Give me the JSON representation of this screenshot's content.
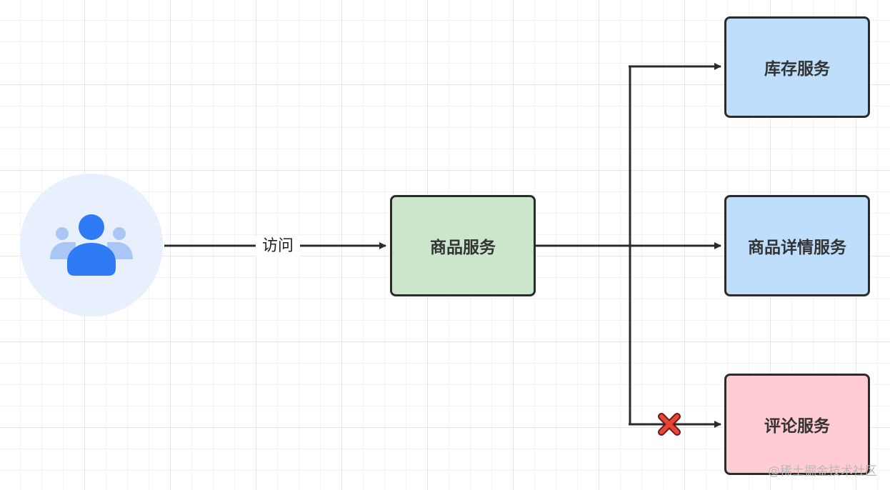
{
  "diagram": {
    "user": {
      "icon": "users-group-icon",
      "color": "#2f7bf5",
      "secondary_color": "#a9c6f7",
      "background": "#e8f0fe"
    },
    "edge_label": "访问",
    "nodes": {
      "product": {
        "label": "商品服务",
        "fill": "#cce6cc"
      },
      "inventory": {
        "label": "库存服务",
        "fill": "#bfdefc"
      },
      "product_detail": {
        "label": "商品详情服务",
        "fill": "#bfdefc"
      },
      "review": {
        "label": "评论服务",
        "fill": "#ffccd4"
      }
    },
    "blocked_marker": {
      "icon": "red-x-icon",
      "color": "#e8443a"
    },
    "line_color": "#2b2b2b"
  },
  "watermark": "@稀土掘金技术社区"
}
